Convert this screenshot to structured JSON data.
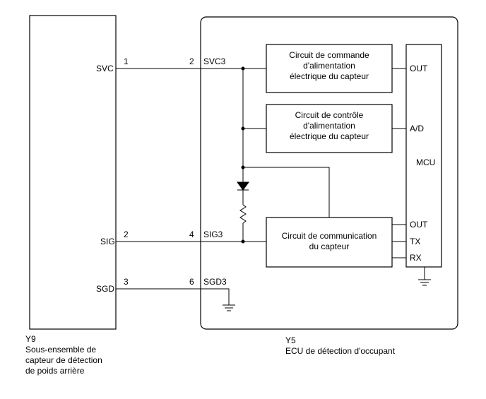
{
  "sensor": {
    "id": "Y9",
    "name_lines": [
      "Sous-ensemble de",
      "capteur de détection",
      "de poids arrière"
    ],
    "pins": [
      {
        "label": "SVC",
        "number": "1"
      },
      {
        "label": "SIG",
        "number": "2"
      },
      {
        "label": "SGD",
        "number": "3"
      }
    ]
  },
  "ecu": {
    "id": "Y5",
    "name": "ECU de détection d'occupant",
    "pins": [
      {
        "label": "SVC3",
        "number": "2"
      },
      {
        "label": "SIG3",
        "number": "4"
      },
      {
        "label": "SGD3",
        "number": "6"
      }
    ]
  },
  "blocks": {
    "power_command": [
      "Circuit de commande",
      "d'alimentation",
      "électrique du capteur"
    ],
    "power_monitor": [
      "Circuit de contrôle",
      "d'alimentation",
      "électrique du capteur"
    ],
    "communication": [
      "Circuit de communication",
      "du capteur"
    ]
  },
  "mcu": {
    "label": "MCU",
    "ports": [
      "OUT",
      "A/D",
      "OUT",
      "TX",
      "RX"
    ]
  }
}
